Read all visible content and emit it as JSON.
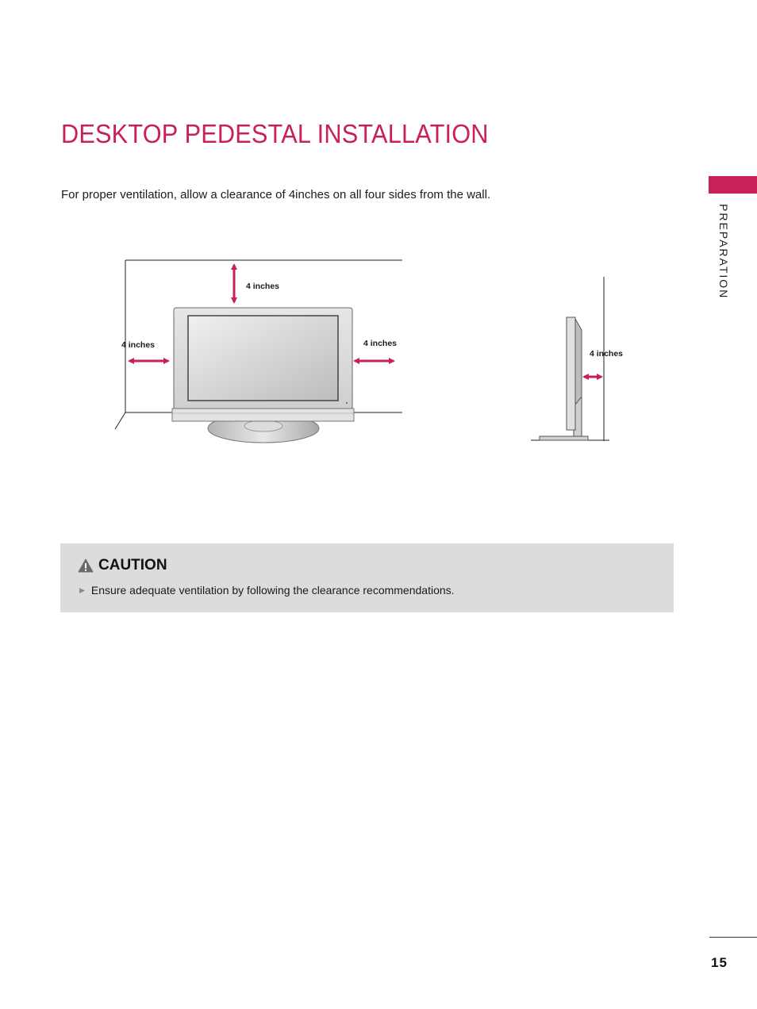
{
  "page": {
    "title": "DESKTOP PEDESTAL INSTALLATION",
    "intro": "For proper ventilation, allow a clearance of 4inches on all four sides from the wall.",
    "section_tab": "PREPARATION",
    "page_number": "15"
  },
  "diagram": {
    "front_labels": {
      "top": "4 inches",
      "left": "4 inches",
      "right": "4 inches"
    },
    "side_label": "4 inches",
    "arrow_color": "#c8215a"
  },
  "caution": {
    "icon": "warning-triangle-icon",
    "title": "CAUTION",
    "items": [
      "Ensure adequate ventilation by following the clearance recommendations."
    ]
  },
  "colors": {
    "accent": "#c8215a",
    "caution_bg": "#dcdcdc"
  }
}
